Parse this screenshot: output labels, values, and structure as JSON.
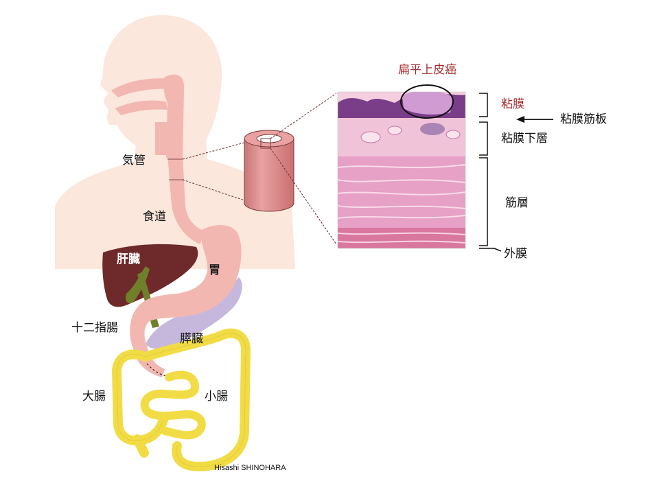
{
  "labels": {
    "trachea": "気管",
    "esophagus": "食道",
    "liver": "肝臓",
    "stomach": "胃",
    "duodenum": "十二指腸",
    "pancreas": "膵臓",
    "large_intestine": "大腸",
    "small_intestine": "小腸",
    "scc": "扁平上皮癌",
    "mucosa": "粘膜",
    "muscularis_mucosae": "粘膜筋板",
    "submucosa": "粘膜下層",
    "muscle_layer": "筋層",
    "adventitia": "外膜"
  },
  "credit": "Hisashi SHINOHARA",
  "colors": {
    "body_silhouette": "#fbe7dc",
    "esophagus": "#f3b7b1",
    "liver": "#6e2a2a",
    "gallbladder": "#6f7f2a",
    "pancreas": "#c6b7dd",
    "colon": "#f2dc45",
    "annotation_red": "#a3282a",
    "tissue_pink": "#e9a4c7",
    "tissue_purple": "#7a3d88"
  }
}
